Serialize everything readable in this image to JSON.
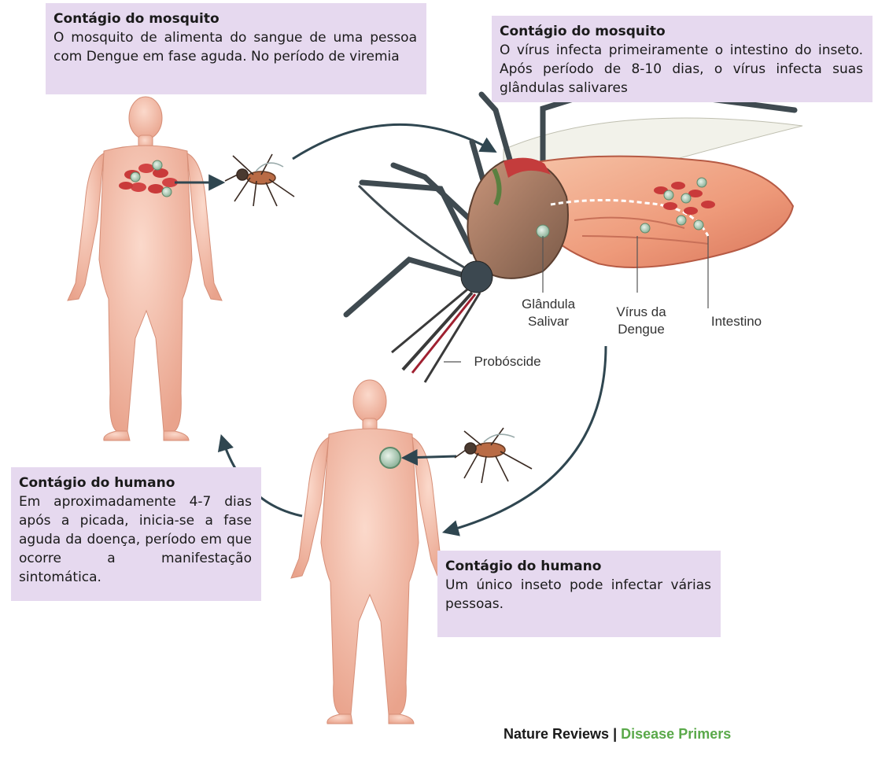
{
  "boxes": {
    "top_left": {
      "title": "Contágio do mosquito",
      "body": "O mosquito de alimenta do sangue de uma pessoa com Dengue em fase aguda. No período de viremia"
    },
    "top_right": {
      "title": "Contágio do mosquito",
      "body": "O vírus infecta primeiramente o intestino do inseto. Após período de 8-10 dias, o vírus infecta suas glândulas salivares"
    },
    "bottom_left": {
      "title": "Contágio do humano",
      "body": "Em aproximadamente 4-7 dias após a picada, inicia-se a fase aguda da doença, período em que ocorre a manifestação sintomática."
    },
    "bottom_right": {
      "title": "Contágio do humano",
      "body": "Um único inseto pode infectar várias pessoas."
    }
  },
  "labels": {
    "salivary_gland_1": "Glândula",
    "salivary_gland_2": "Salivar",
    "virus_1": "Vírus da",
    "virus_2": "Dengue",
    "intestine": "Intestino",
    "proboscis": "Probóscide"
  },
  "credit": {
    "publisher": "Nature Reviews",
    "separator": "|",
    "journal": "Disease Primers"
  },
  "colors": {
    "box_fill": "#e6d9ef",
    "skin": "#f2b9a4",
    "arrow": "#2f4650",
    "journal_green": "#5aa94a"
  }
}
